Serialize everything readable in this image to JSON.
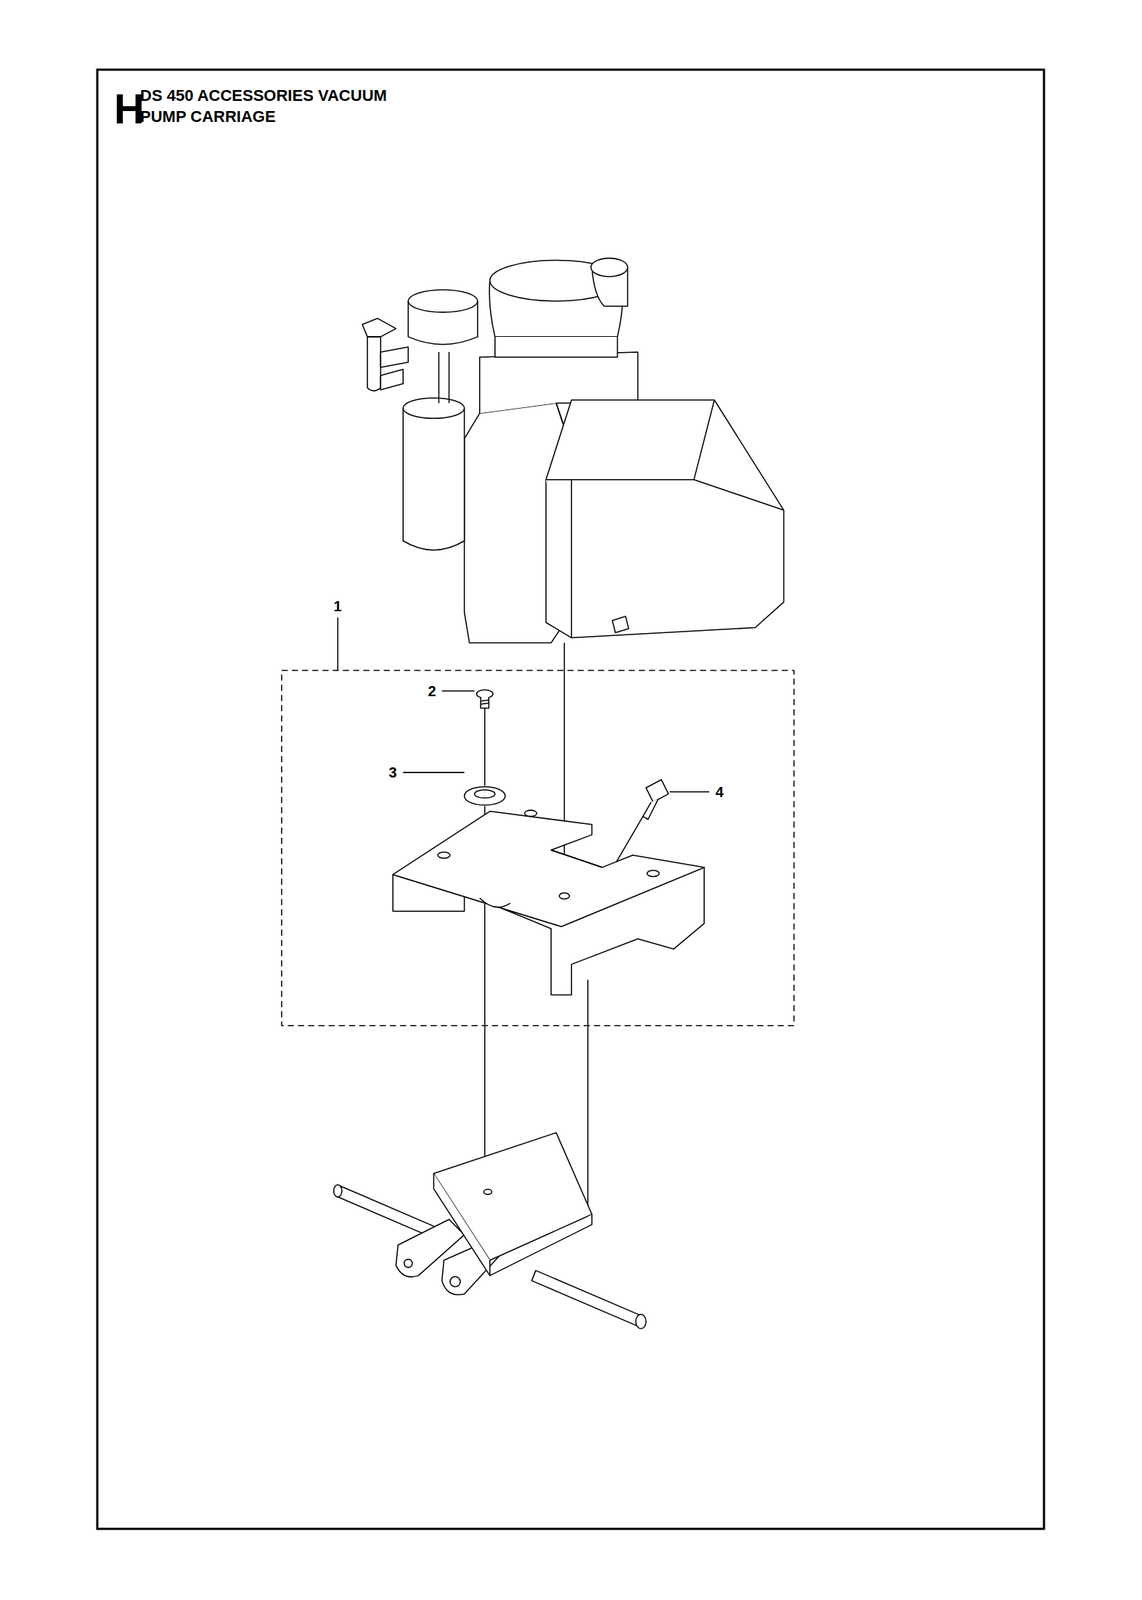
{
  "diagram": {
    "title": "DS 450 ACCESSORIES VACUUM PUMP CARRIAGE",
    "labels": [
      "H",
      "1",
      "2",
      "3",
      "4"
    ]
  }
}
